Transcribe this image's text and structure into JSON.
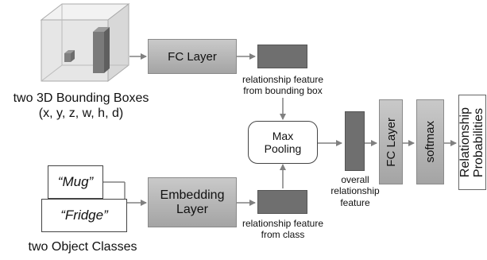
{
  "inputs": {
    "bbox_caption_line1": "two 3D Bounding Boxes",
    "bbox_caption_line2": "(x, y, z, w, h, d)",
    "class_1": "“Mug”",
    "class_2": "“Fridge”",
    "classes_caption": "two Object Classes"
  },
  "blocks": {
    "fc_layer_top": "FC Layer",
    "embedding_line1": "Embedding",
    "embedding_line2": "Layer",
    "max_pooling_line1": "Max",
    "max_pooling_line2": "Pooling",
    "fc_layer_right": "FC Layer",
    "softmax": "softmax",
    "output_line1": "Relationship",
    "output_line2": "Probabilities"
  },
  "features": {
    "bbox_feature_line1": "relationship feature",
    "bbox_feature_line2": "from bounding box",
    "class_feature_line1": "relationship feature",
    "class_feature_line2": "from class",
    "overall_line1": "overall",
    "overall_line2": "relationship",
    "overall_line3": "feature"
  }
}
